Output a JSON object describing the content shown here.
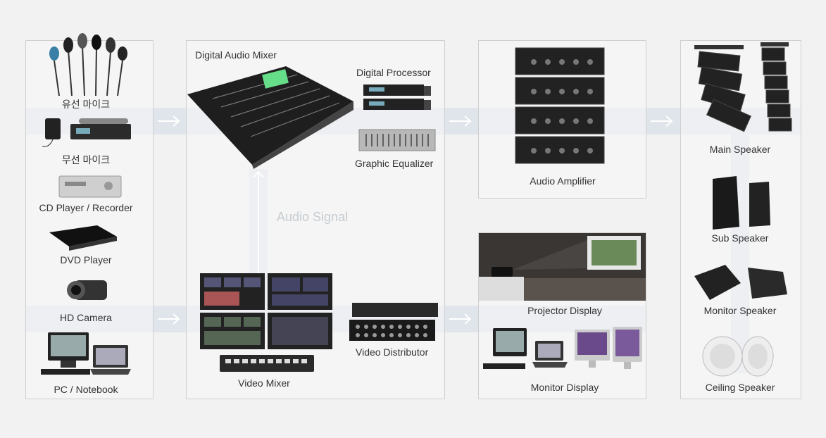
{
  "inputs": {
    "wired_mic": "유선 마이크",
    "wireless_mic": "무선 마이크",
    "cd_player": "CD Player / Recorder",
    "dvd_player": "DVD Player",
    "hd_camera": "HD Camera",
    "pc_notebook": "PC / Notebook"
  },
  "processing": {
    "digital_audio_mixer": "Digital Audio Mixer",
    "digital_processor": "Digital Processor",
    "graphic_equalizer": "Graphic Equalizer",
    "audio_signal": "Audio Signal",
    "video_mixer": "Video Mixer",
    "video_distributor": "Video Distributor"
  },
  "outputs": {
    "audio_amplifier": "Audio Amplifier",
    "projector_display": "Projector Display",
    "monitor_display": "Monitor Display"
  },
  "speakers": {
    "main": "Main Speaker",
    "sub": "Sub Speaker",
    "monitor": "Monitor Speaker",
    "ceiling": "Ceiling Speaker"
  },
  "colors": {
    "band": "#dfe5ea",
    "arrow": "#ffffff",
    "panel_border": "#cfcfcf"
  }
}
